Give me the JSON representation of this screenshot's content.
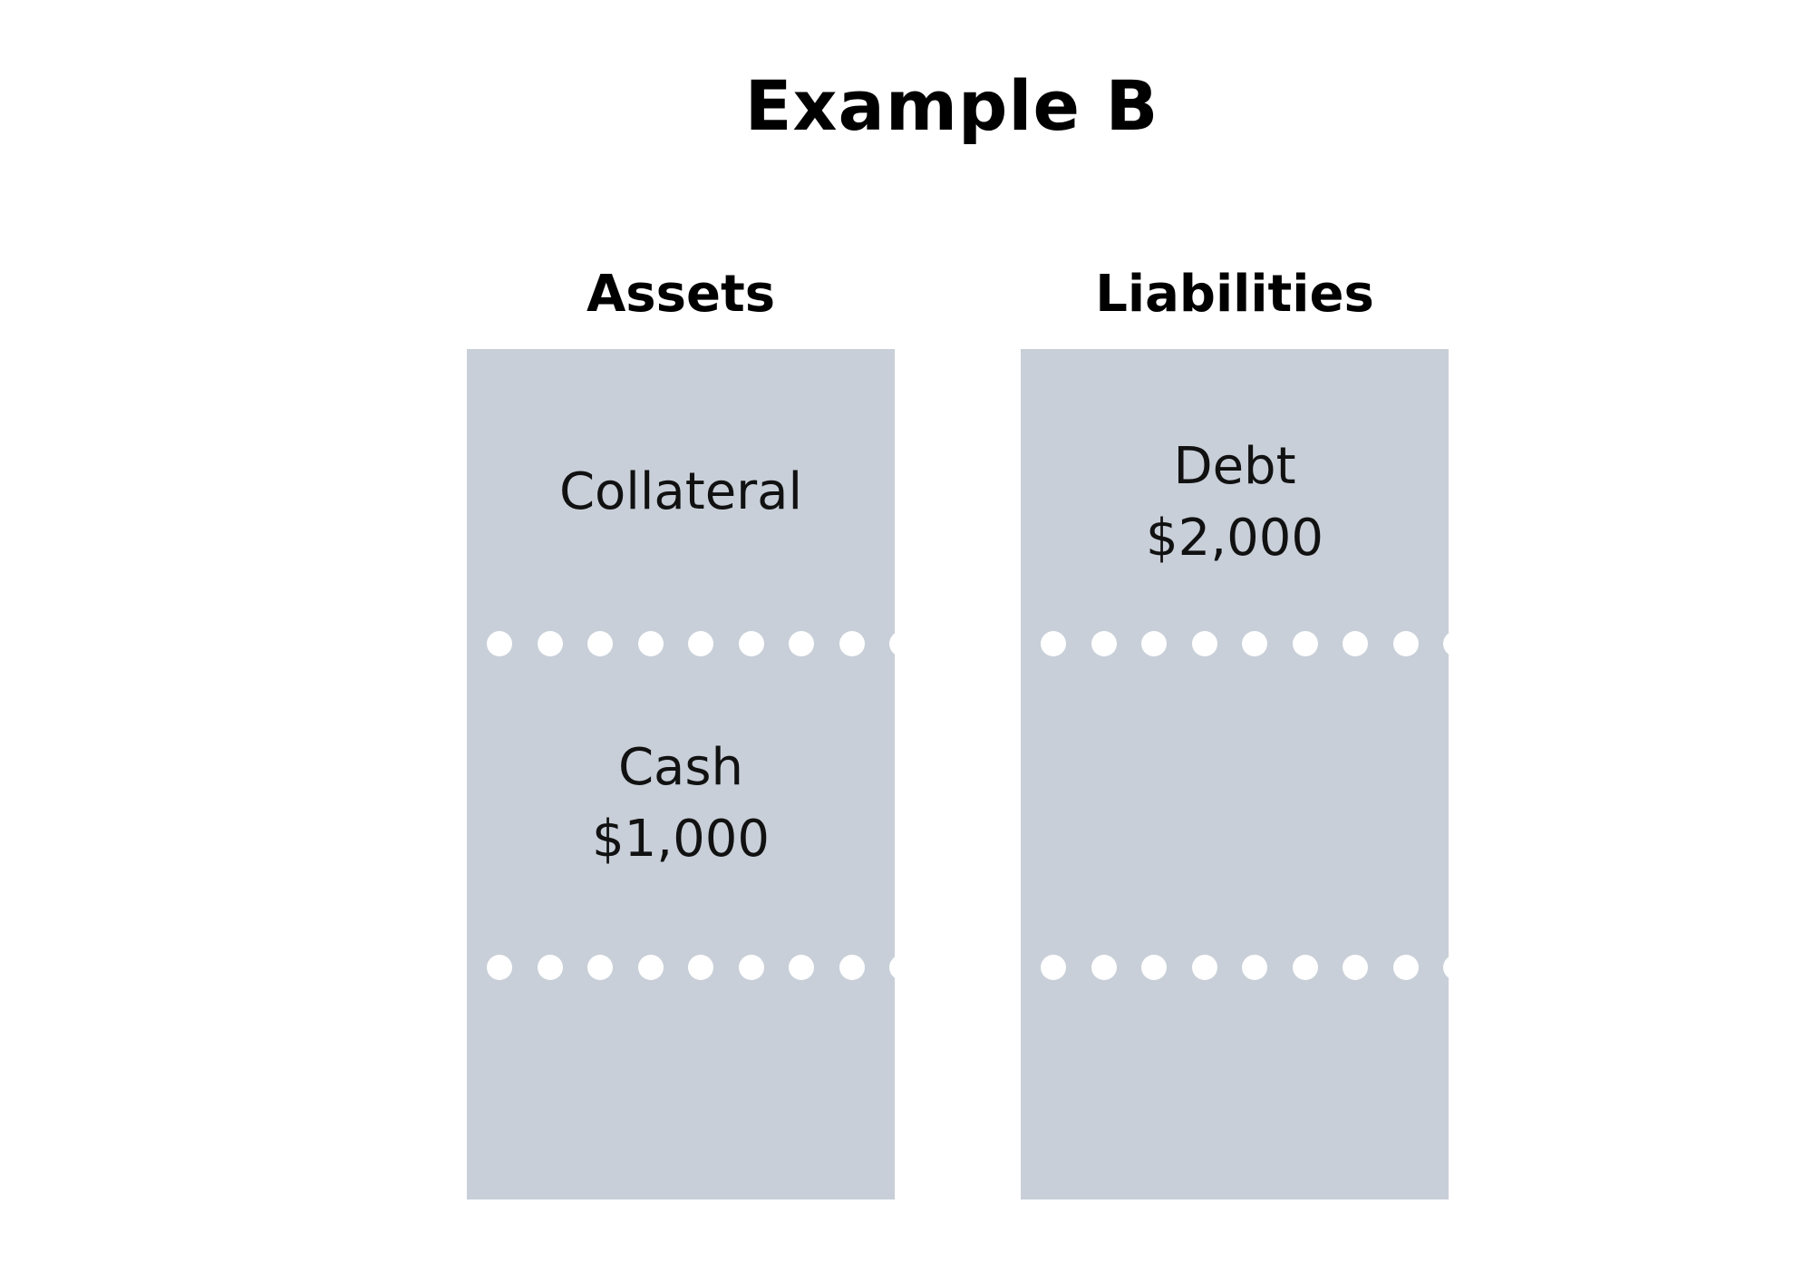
{
  "title": "Example B",
  "colors": {
    "panel": "#c8cfd8",
    "divider_dots": "#ffffff",
    "background": "#ffffff"
  },
  "columns": [
    {
      "heading": "Assets",
      "cells": [
        {
          "label": "Collateral",
          "value": ""
        },
        {
          "label": "Cash",
          "value": "$1,000"
        },
        {
          "label": "",
          "value": ""
        }
      ]
    },
    {
      "heading": "Liabilities",
      "cells": [
        {
          "label": "Debt",
          "value": "$2,000"
        },
        {
          "label": "",
          "value": ""
        },
        {
          "label": "",
          "value": ""
        }
      ]
    }
  ]
}
